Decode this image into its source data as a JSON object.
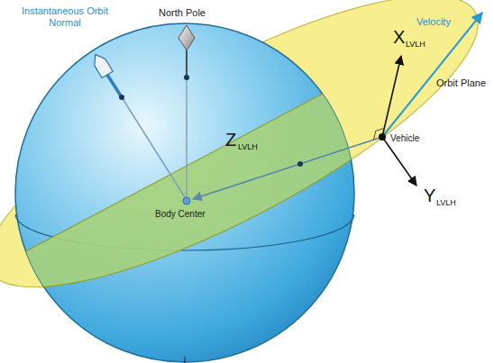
{
  "diagram": {
    "labels": [
      "Instantaneous Orbit Normal",
      "North Pole",
      "Orbit Plane",
      "Velocity",
      "Vehicle",
      "X",
      "LVLH",
      "Z",
      "LVLH",
      "Y",
      "LVLH",
      "Body Center"
    ]
  }
}
